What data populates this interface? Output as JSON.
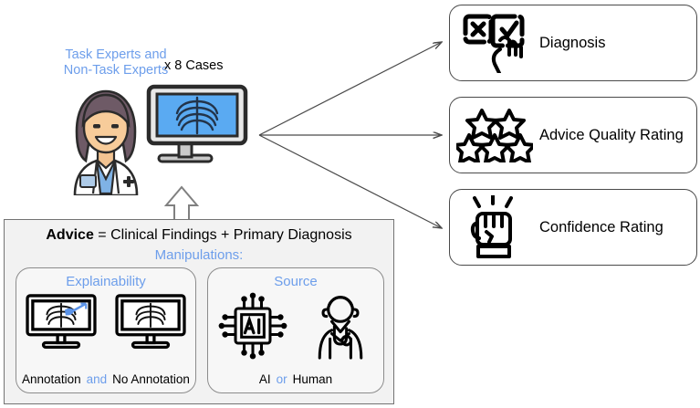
{
  "diagram": {
    "participants_label": "Task Experts and\nNon-Task Experts",
    "participants_line1": "Task Experts and",
    "participants_line2": "Non-Task Experts",
    "cases_label": "x 8 Cases",
    "accent_blue": "#6d9eeb",
    "panel_bg": "#f2f2f2",
    "panel_border": "#737373",
    "screen_blue": "#5aaaf2"
  },
  "outcomes": [
    {
      "label": "Diagnosis",
      "icon": "checkbox-tap-icon"
    },
    {
      "label": "Advice Quality Rating",
      "icon": "five-stars-icon"
    },
    {
      "label": "Confidence Rating",
      "icon": "raised-fist-icon"
    }
  ],
  "advice": {
    "title_bold": "Advice",
    "title_rest": " = Clinical Findings + Primary Diagnosis",
    "manipulations_label": "Manipulations:",
    "groups": [
      {
        "title": "Explainability",
        "options": [
          {
            "label": "Annotation",
            "icon": "xray-monitor-annotated-icon"
          },
          {
            "label": "No Annotation",
            "icon": "xray-monitor-plain-icon"
          }
        ],
        "conjunction": "and"
      },
      {
        "title": "Source",
        "options": [
          {
            "label": "AI",
            "icon": "ai-chip-icon"
          },
          {
            "label": "Human",
            "icon": "doctor-stethoscope-icon"
          }
        ],
        "conjunction": "or"
      }
    ]
  },
  "actors": {
    "clinician_icon": "female-doctor-avatar",
    "case_display_icon": "xray-monitor-icon"
  }
}
